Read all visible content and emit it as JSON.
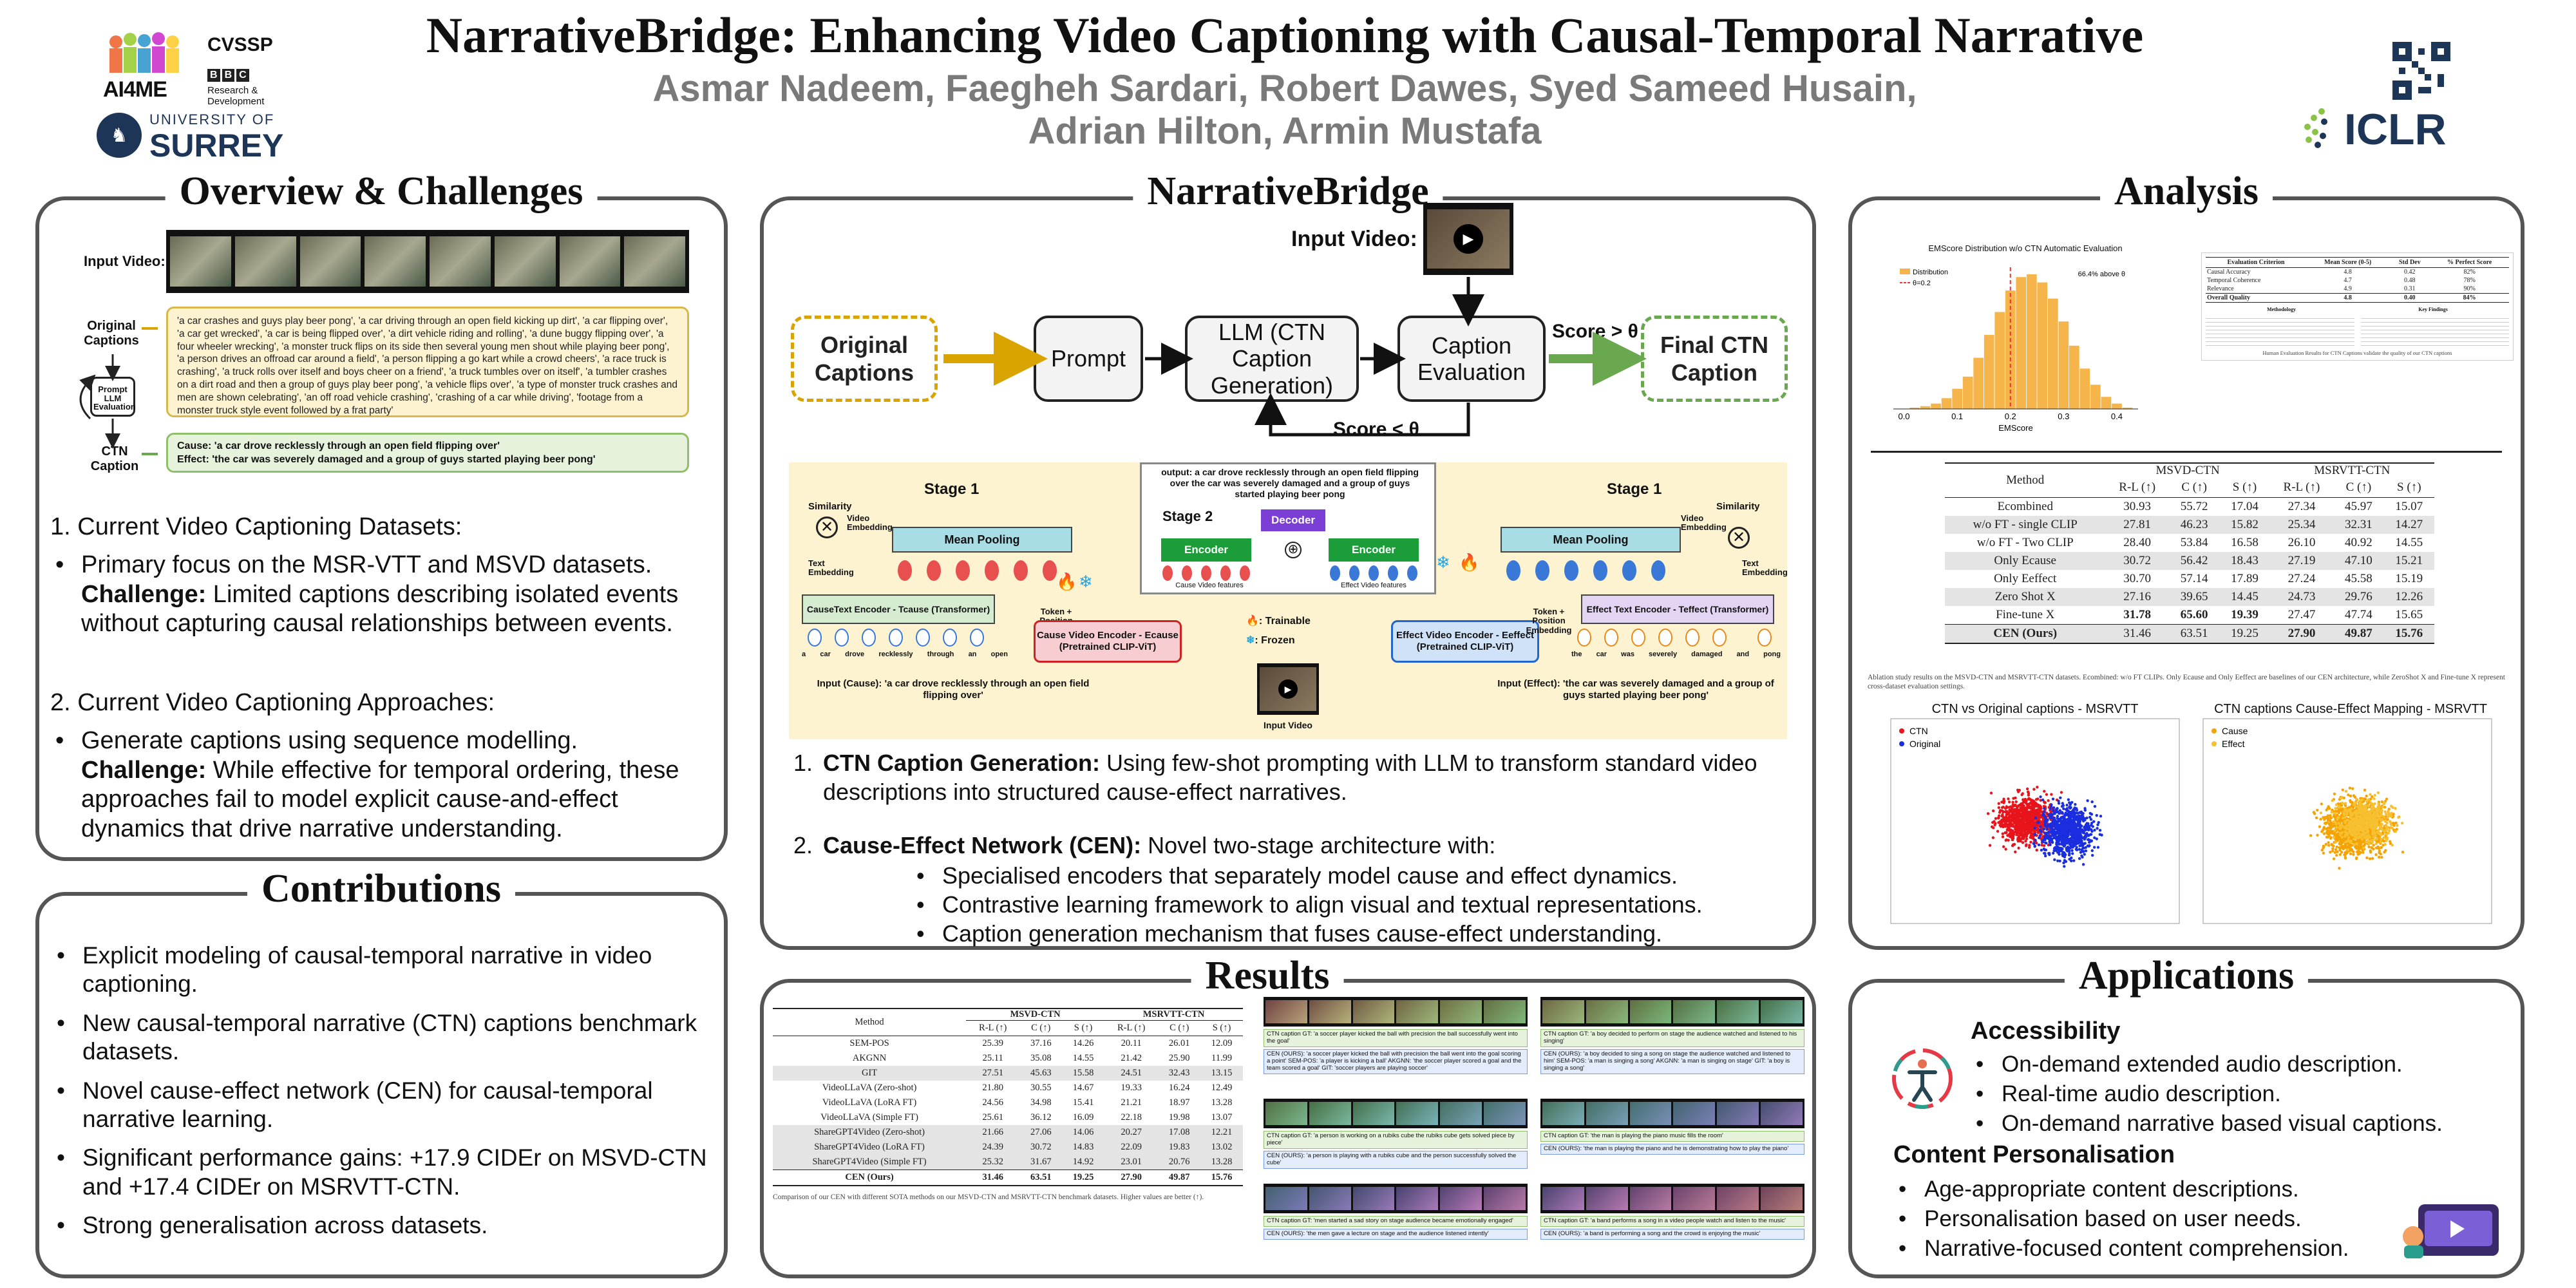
{
  "title": "NarrativeBridge: Enhancing Video Captioning with Causal-Temporal Narrative",
  "authors": [
    "Asmar Nadeem, Faegheh Sardari, Robert Dawes, Syed Sameed Husain,",
    "Adrian Hilton, Armin Mustafa"
  ],
  "logos": {
    "ai4me": "AI4ME",
    "cvssp": "CVSSP",
    "bbc": "BBC",
    "bbc_rd": "Research & Development",
    "university_of": "UNIVERSITY OF",
    "surrey": "SURREY",
    "iclr": "ICLR"
  },
  "colors": {
    "accent_orange": "#d9a400",
    "green": "#6aa84f",
    "box_yellow": "#fdf3d0",
    "box_green": "#e6f2dc"
  },
  "overview": {
    "title": "Overview & Challenges",
    "input_video_label": "Input Video:",
    "original_captions_label": "Original Captions",
    "prompt_llm_label": "Prompt LLM Evaluation",
    "ctn_caption_label": "CTN Caption",
    "captions_text": "'a car crashes and guys play beer pong', 'a car driving through an open field kicking up dirt', 'a car flipping over', 'a car get wrecked', 'a car is being flipped over', 'a dirt vehicle riding and rolling', 'a dune buggy flipping over', 'a four wheeler wrecking', 'a monster truck flips on its side then several young men shout while playing beer pong', 'a person drives an offroad car around a field', 'a person flipping a go kart while a crowd cheers', 'a race truck is crashing', 'a truck rolls over itself and boys cheer on a friend', 'a truck tumbles over on itself', 'a tumbler crashes on a dirt road and then a group of guys play beer pong', 'a vehicle flips over', 'a type of monster truck crashes and men are shown celebrating', 'an off road vehicle crashing', 'crashing of a car while driving', 'footage from a monster truck style event followed by a frat party'",
    "ctn_cause": "Cause: 'a car drove recklessly through an open field flipping over'",
    "ctn_effect": "Effect: 'the car was severely damaged and a group of guys started playing beer pong'",
    "item1_title": "1.  Current Video Captioning Datasets:",
    "item1_bullet": "Primary focus on the MSR-VTT and MSVD datasets.",
    "item1_challenge_label": "Challenge:",
    "item1_challenge": " Limited captions describing isolated events without capturing causal relationships between events.",
    "item2_title": "2.  Current Video Captioning Approaches:",
    "item2_bullet": "Generate captions using sequence modelling.",
    "item2_challenge_label": "Challenge:",
    "item2_challenge": " While effective for temporal ordering, these approaches fail to model explicit cause-and-effect dynamics that drive narrative understanding."
  },
  "contributions": {
    "title": "Contributions",
    "items": [
      "Explicit modeling of causal-temporal narrative in video captioning.",
      "New causal-temporal narrative (CTN) captions benchmark datasets.",
      "Novel cause-effect network (CEN) for causal-temporal narrative learning.",
      "Significant performance gains: +17.9 CIDEr on MSVD-CTN and +17.4 CIDEr on MSRVTT-CTN.",
      "Strong generalisation across datasets."
    ]
  },
  "bridge": {
    "title": "NarrativeBridge",
    "input_video": "Input Video:",
    "original_captions": "Original Captions",
    "prompt": "Prompt",
    "llm": "LLM (CTN Caption Generation)",
    "caption_eval": "Caption Evaluation",
    "final": "Final CTN Caption",
    "score_gt": "Score > θ",
    "score_lt": "Score < θ",
    "stage1": "Stage 1",
    "stage2": "Stage 2",
    "output_text": "output: a car drove recklessly through an open field flipping over the car was severely damaged and a group of guys started playing beer pong",
    "decoder": "Decoder",
    "encoder": "Encoder",
    "cause_features": "Cause Video features",
    "effect_features": "Effect Video features",
    "mean_pooling": "Mean Pooling",
    "similarity": "Similarity",
    "video_embedding": "Video Embedding",
    "text_embedding": "Text Embedding",
    "cause_text_encoder": "CauseText Encoder - Tcause (Transformer)",
    "effect_text_encoder": "Effect Text Encoder - Teffect (Transformer)",
    "cause_video_encoder": "Cause Video Encoder - Ecause (Pretrained CLIP-ViT)",
    "effect_video_encoder": "Effect Video Encoder - Eeffect (Pretrained CLIP-ViT)",
    "token_embedding": "Token + Position Embedding",
    "trainable": ": Trainable",
    "frozen": ": Frozen",
    "input_video_small": "Input Video",
    "input_cause": "Input (Cause): 'a car drove recklessly through an open field flipping over'",
    "input_effect": "Input (Effect): 'the car was severely damaged and a group of guys started playing beer pong'",
    "cause_tokens": [
      "a",
      "car",
      "drove",
      "recklessly",
      "through",
      "an",
      "open"
    ],
    "effect_tokens": [
      "the",
      "car",
      "was",
      "severely",
      "damaged",
      "and",
      "pong"
    ],
    "p1_label": "CTN Caption Generation:",
    "p1_text": " Using few-shot prompting with LLM to transform standard video descriptions into structured cause-effect narratives.",
    "p2_label": "Cause-Effect Network (CEN):",
    "p2_text": " Novel two-stage architecture with:",
    "p2_bullets": [
      "Specialised encoders that separately model cause and effect dynamics.",
      "Contrastive learning framework to align visual and textual representations.",
      "Caption generation mechanism that fuses cause-effect understanding."
    ]
  },
  "results": {
    "title": "Results",
    "table": {
      "col_method": "Method",
      "group1": "MSVD-CTN",
      "group2": "MSRVTT-CTN",
      "sub": [
        "R-L (↑)",
        "C (↑)",
        "S (↑)",
        "R-L (↑)",
        "C (↑)",
        "S (↑)"
      ],
      "rows": [
        {
          "m": "SEM-POS",
          "v": [
            "25.39",
            "37.16",
            "14.26",
            "20.11",
            "26.01",
            "12.09"
          ]
        },
        {
          "m": "AKGNN",
          "v": [
            "25.11",
            "35.08",
            "14.55",
            "21.42",
            "25.90",
            "11.99"
          ]
        },
        {
          "m": "GIT",
          "v": [
            "27.51",
            "45.63",
            "15.58",
            "24.51",
            "32.43",
            "13.15"
          ]
        },
        {
          "m": "VideoLLaVA (Zero-shot)",
          "v": [
            "21.80",
            "30.55",
            "14.67",
            "19.33",
            "16.24",
            "12.49"
          ]
        },
        {
          "m": "VideoLLaVA (LoRA FT)",
          "v": [
            "24.56",
            "34.98",
            "15.41",
            "21.21",
            "18.97",
            "13.28"
          ]
        },
        {
          "m": "VideoLLaVA (Simple FT)",
          "v": [
            "25.61",
            "36.12",
            "16.09",
            "22.18",
            "19.98",
            "13.07"
          ]
        },
        {
          "m": "ShareGPT4Video (Zero-shot)",
          "v": [
            "21.66",
            "27.06",
            "14.06",
            "20.27",
            "17.08",
            "12.21"
          ]
        },
        {
          "m": "ShareGPT4Video (LoRA FT)",
          "v": [
            "24.39",
            "30.72",
            "14.83",
            "22.09",
            "19.83",
            "13.02"
          ]
        },
        {
          "m": "ShareGPT4Video (Simple FT)",
          "v": [
            "25.32",
            "31.67",
            "14.92",
            "23.01",
            "20.76",
            "13.28"
          ]
        },
        {
          "m": "CEN (Ours)",
          "v": [
            "31.46",
            "63.51",
            "19.25",
            "27.90",
            "49.87",
            "15.76"
          ]
        }
      ],
      "caption": "Comparison of our CEN with different SOTA methods on our MSVD-CTN and MSRVTT-CTN benchmark datasets. Higher values are better (↑)."
    },
    "examples": [
      {
        "gt": "CTN caption GT: 'a soccer player kicked the ball with precision the ball successfully went into the goal'",
        "ours": "CEN (OURS): 'a soccer player kicked the ball with precision the ball went into the goal scoring a point'  SEM-POS: 'a player is kicking a ball'  AKGNN: 'the soccer player scored a goal and the team scored a goal'  GIT: 'soccer players are playing soccer'"
      },
      {
        "gt": "CTN caption GT: 'a boy decided to perform on stage the audience watched and listened to his singing'",
        "ours": "CEN (OURS): 'a boy decided to sing a song on stage the audience watched and listened to him'  SEM-POS: 'a man is singing a song'  AKGNN: 'a man is singing on stage'  GIT: 'a boy is singing a song'"
      },
      {
        "gt": "CTN caption GT: 'a person is working on a rubiks cube the rubiks cube gets solved piece by piece'",
        "ours": "CEN (OURS): 'a person is playing with a rubiks cube and the person successfully solved the cube'"
      },
      {
        "gt": "CTN caption GT: 'the man is playing the piano music fills the room'",
        "ours": "CEN (OURS): 'the man is playing the piano and he is demonstrating how to play the piano'"
      },
      {
        "gt": "CTN caption GT: 'men started a sad story on stage audience became emotionally engaged'",
        "ours": "CEN (OURS): 'the men gave a lecture on stage and the audience listened intently'"
      },
      {
        "gt": "CTN caption GT: 'a band performs a song in a video people watch and listen to the music'",
        "ours": "CEN (OURS): 'a band is performing a song and the crowd is enjoying the music'"
      }
    ]
  },
  "analysis": {
    "title": "Analysis",
    "hist_title": "EMScore Distribution w/o CTN Automatic Evaluation",
    "hist_legend": [
      "Distribution",
      "θ=0.2"
    ],
    "hist_annot": "66.4% above θ",
    "hist_xlabel": "EMScore",
    "hist_ticks": [
      "0.0",
      "0.1",
      "0.2",
      "0.3",
      "0.4"
    ],
    "eval_table": {
      "head": [
        "Evaluation Criterion",
        "Mean Score (0-5)",
        "Std Dev",
        "% Perfect Score"
      ],
      "rows": [
        [
          "Causal Accuracy",
          "4.8",
          "0.42",
          "82%"
        ],
        [
          "Temporal Coherence",
          "4.7",
          "0.48",
          "78%"
        ],
        [
          "Relevance",
          "4.9",
          "0.31",
          "90%"
        ],
        [
          "Overall Quality",
          "4.8",
          "0.40",
          "84%"
        ]
      ],
      "methodology": "Methodology",
      "key_findings": "Key Findings",
      "caption": "Human Evaluation Results for CTN Captions validate the quality of our CTN captions"
    },
    "ablation": {
      "col_method": "Method",
      "group1": "MSVD-CTN",
      "group2": "MSRVTT-CTN",
      "sub": [
        "R-L (↑)",
        "C (↑)",
        "S (↑)",
        "R-L (↑)",
        "C (↑)",
        "S (↑)"
      ],
      "rows": [
        {
          "m": "Ecombined",
          "v": [
            "30.93",
            "55.72",
            "17.04",
            "27.34",
            "45.97",
            "15.07"
          ]
        },
        {
          "m": "w/o FT - single CLIP",
          "v": [
            "27.81",
            "46.23",
            "15.82",
            "25.34",
            "32.31",
            "14.27"
          ]
        },
        {
          "m": "w/o FT - Two CLIP",
          "v": [
            "28.40",
            "53.84",
            "16.58",
            "26.10",
            "40.92",
            "14.55"
          ]
        },
        {
          "m": "Only Ecause",
          "v": [
            "30.72",
            "56.42",
            "18.43",
            "27.19",
            "47.10",
            "15.21"
          ]
        },
        {
          "m": "Only Eeffect",
          "v": [
            "30.70",
            "57.14",
            "17.89",
            "27.24",
            "45.58",
            "15.19"
          ]
        },
        {
          "m": "Zero Shot X",
          "v": [
            "27.16",
            "39.65",
            "14.45",
            "24.73",
            "29.76",
            "12.26"
          ]
        },
        {
          "m": "Fine-tune X",
          "v": [
            "31.78",
            "65.60",
            "19.39",
            "27.47",
            "47.74",
            "15.65"
          ]
        },
        {
          "m": "CEN (Ours)",
          "v": [
            "31.46",
            "63.51",
            "19.25",
            "27.90",
            "49.87",
            "15.76"
          ]
        }
      ],
      "caption": "Ablation study results on the MSVD-CTN and MSRVTT-CTN datasets. Ecombined: w/o FT CLIPs. Only Ecause and Only Eeffect are baselines of our CEN architecture, while ZeroShot X and Fine-tune X represent cross-dataset evaluation settings."
    },
    "scatter1": {
      "title": "CTN vs Original captions - MSRVTT",
      "legend": [
        "CTN",
        "Original"
      ],
      "colors": [
        "#e8141c",
        "#1a2ee0"
      ]
    },
    "scatter2": {
      "title": "CTN captions Cause-Effect Mapping - MSRVTT",
      "legend": [
        "Cause",
        "Effect"
      ],
      "colors": [
        "#f5a300",
        "#f7c030"
      ]
    }
  },
  "applications": {
    "title": "Applications",
    "h1": "Accessibility",
    "b1": [
      "On-demand extended audio description.",
      "Real-time audio description.",
      "On-demand narrative based visual captions."
    ],
    "h2": "Content Personalisation",
    "b2": [
      "Age-appropriate content descriptions.",
      "Personalisation based on user needs.",
      "Narrative-focused content comprehension."
    ]
  },
  "chart_data": [
    {
      "type": "bar",
      "title": "EMScore Distribution w/o CTN Automatic Evaluation",
      "xlabel": "EMScore",
      "ylabel": "",
      "xlim": [
        -0.02,
        0.44
      ],
      "x": [
        0.02,
        0.04,
        0.06,
        0.08,
        0.1,
        0.12,
        0.14,
        0.16,
        0.18,
        0.2,
        0.22,
        0.24,
        0.26,
        0.28,
        0.3,
        0.32,
        0.34,
        0.36,
        0.38,
        0.4,
        0.42
      ],
      "values": [
        1,
        2,
        4,
        8,
        15,
        24,
        38,
        55,
        72,
        88,
        98,
        100,
        94,
        82,
        65,
        47,
        30,
        18,
        9,
        4,
        1
      ],
      "series": [
        {
          "name": "Distribution"
        }
      ],
      "threshold": 0.2,
      "annotation": "66.4% above θ"
    },
    {
      "type": "scatter",
      "title": "CTN vs Original captions - MSRVTT",
      "series": [
        {
          "name": "CTN"
        },
        {
          "name": "Original"
        }
      ]
    },
    {
      "type": "scatter",
      "title": "CTN captions Cause-Effect Mapping - MSRVTT",
      "series": [
        {
          "name": "Cause"
        },
        {
          "name": "Effect"
        }
      ]
    }
  ]
}
